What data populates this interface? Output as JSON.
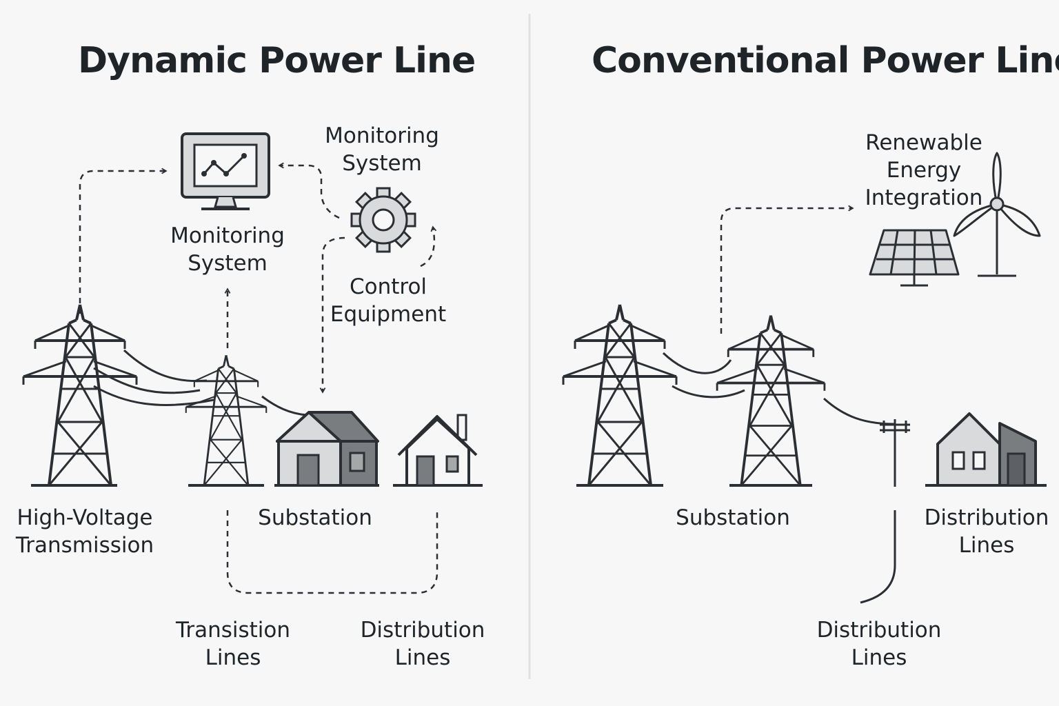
{
  "left_panel": {
    "title": "Dynamic Power Line",
    "labels": {
      "monitoring_top": [
        "Monitoring",
        "System"
      ],
      "monitoring_bottom": [
        "Monitoring",
        "System"
      ],
      "control": [
        "Control",
        "Equipment"
      ],
      "high_voltage": [
        "High-Voltage",
        "Transmission"
      ],
      "substation": "Substation",
      "transition": [
        "Transistion",
        "Lines"
      ],
      "distribution": [
        "Distribution",
        "Lines"
      ]
    }
  },
  "right_panel": {
    "title": "Conventional Power Line",
    "labels": {
      "renewable": [
        "Renewable",
        "Energy",
        "Integration"
      ],
      "substation": "Substation",
      "distribution_right": [
        "Distribution",
        "Lines"
      ],
      "distribution_bottom": [
        "Distribution",
        "Lines"
      ]
    }
  },
  "icons": [
    "monitor-chart-icon",
    "gear-icon",
    "tower-icon",
    "house-icon",
    "solar-panel-icon",
    "wind-turbine-icon",
    "utility-pole-icon"
  ],
  "colors": {
    "stroke": "#2b2f33",
    "fill_dark": "#7a7d80",
    "fill_light": "#d9dadb",
    "background": "#f7f7f7"
  }
}
